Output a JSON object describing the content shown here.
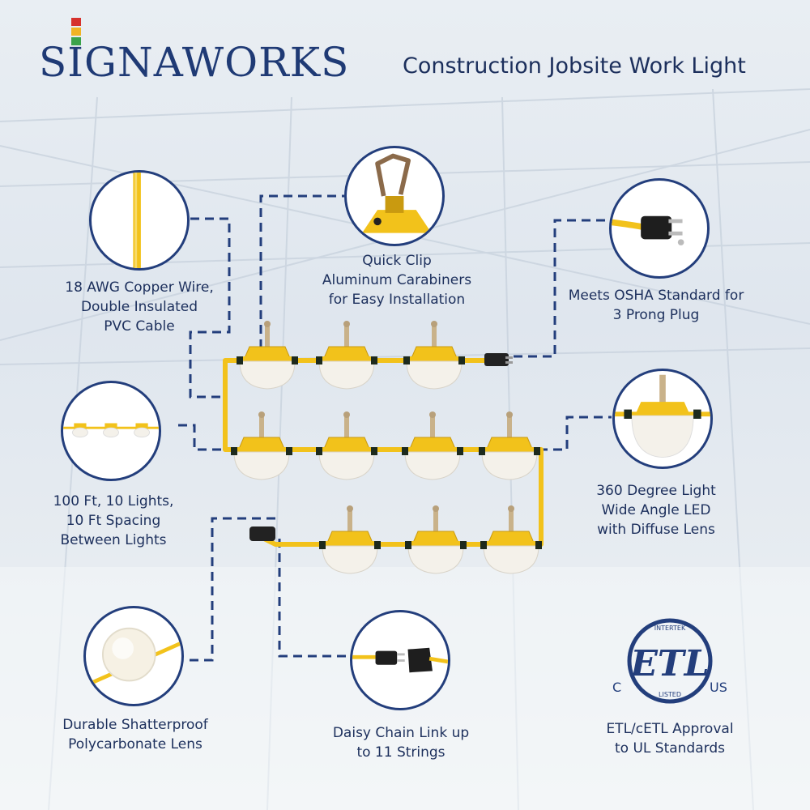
{
  "brand": {
    "name": "SIGNAWORKS",
    "traffic_colors": [
      "#d6312c",
      "#f0b323",
      "#3aa34a"
    ]
  },
  "headline": "Construction Jobsite Work Light",
  "features": [
    {
      "id": "wire",
      "icon": "yellow-cable-icon",
      "lines": [
        "18 AWG Copper Wire,",
        "Double Insulated",
        "PVC Cable"
      ]
    },
    {
      "id": "carabiner",
      "icon": "carabiner-icon",
      "lines": [
        "Quick Clip",
        "Aluminum Carabiners",
        "for Easy Installation"
      ]
    },
    {
      "id": "plug",
      "icon": "three-prong-plug-icon",
      "lines": [
        "Meets OSHA Standard for",
        "3 Prong Plug"
      ]
    },
    {
      "id": "spacing",
      "icon": "light-string-icon",
      "lines": [
        "100 Ft, 10 Lights,",
        "10 Ft Spacing",
        "Between Lights"
      ]
    },
    {
      "id": "lens360",
      "icon": "led-bulb-icon",
      "lines": [
        "360 Degree Light",
        "Wide Angle LED",
        "with Diffuse Lens"
      ]
    },
    {
      "id": "lens",
      "icon": "polycarbonate-lens-icon",
      "lines": [
        "Durable Shatterproof",
        "Polycarbonate Lens"
      ]
    },
    {
      "id": "daisy",
      "icon": "connector-plugs-icon",
      "lines": [
        "Daisy Chain Link up",
        "to 11 Strings"
      ]
    },
    {
      "id": "etl",
      "icon": "etl-certification-icon",
      "lines": [
        "ETL/cETL Approval",
        "to UL Standards"
      ]
    }
  ],
  "etl_mark": {
    "top": "INTERTEK",
    "center": "ETL",
    "bottom": "LISTED",
    "left": "C",
    "right": "US"
  },
  "colors": {
    "navy": "#233e7c",
    "yellow": "#f2c21b",
    "lens": "#f4f1ea"
  }
}
